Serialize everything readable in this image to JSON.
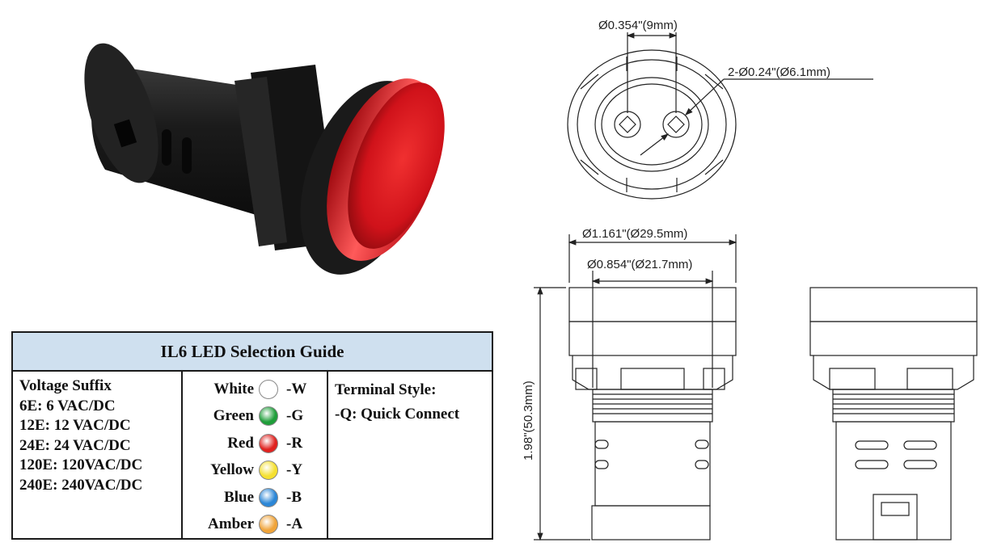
{
  "guide": {
    "title": "IL6 LED Selection Guide",
    "voltage": {
      "header": "Voltage Suffix",
      "items": [
        "6E: 6 VAC/DC",
        "12E: 12 VAC/DC",
        "24E: 24 VAC/DC",
        "120E: 120VAC/DC",
        "240E: 240VAC/DC"
      ]
    },
    "colors": [
      {
        "name": "White",
        "suffix": "-W",
        "color": "#ffffff"
      },
      {
        "name": "Green",
        "suffix": "-G",
        "color": "#1f9e3a"
      },
      {
        "name": "Red",
        "suffix": "-R",
        "color": "#e0221f"
      },
      {
        "name": "Yellow",
        "suffix": "-Y",
        "color": "#f5e030"
      },
      {
        "name": "Blue",
        "suffix": "-B",
        "color": "#2b86d6"
      },
      {
        "name": "Amber",
        "suffix": "-A",
        "color": "#f0a43a"
      }
    ],
    "terminal": {
      "header": "Terminal Style:",
      "option": "-Q: Quick Connect"
    }
  },
  "dimensions": {
    "terminal_spacing": "Ø0.354\"(9mm)",
    "terminal_hole": "2-Ø0.24\"(Ø6.1mm)",
    "outer_diameter": "Ø1.161\"(Ø29.5mm)",
    "body_diameter": "Ø0.854\"(Ø21.7mm)",
    "height": "1.98\"(50.3mm)"
  },
  "colors": {
    "lens": "#d8141a",
    "housing": "#1b1b1b",
    "title_band": "#cfe0ef"
  }
}
